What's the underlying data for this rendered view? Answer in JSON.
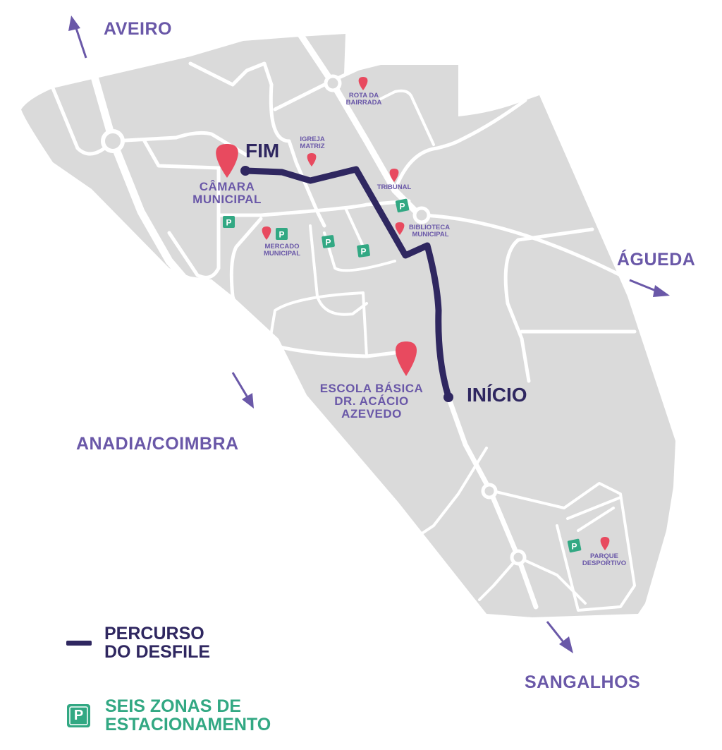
{
  "colors": {
    "land": "#dadada",
    "road": "#ffffff",
    "route": "#2f2760",
    "pin": "#e84a5f",
    "label_purple": "#6a58a8",
    "parking": "#32a883"
  },
  "directions": [
    {
      "id": "aveiro",
      "label": "AVEIRO",
      "arrow": "arrow-up-left"
    },
    {
      "id": "agueda",
      "label": "ÁGUEDA",
      "arrow": "arrow-right-down"
    },
    {
      "id": "anadia",
      "label": "ANADIA/COIMBRA",
      "arrow": "arrow-down-right"
    },
    {
      "id": "sangalhos",
      "label": "SANGALHOS",
      "arrow": "arrow-down-right"
    }
  ],
  "route": {
    "start_label": "INÍCIO",
    "end_label": "FIM"
  },
  "points_of_interest": [
    {
      "id": "camara",
      "lines": [
        "CÂMARA",
        "MUNICIPAL"
      ],
      "size": "large"
    },
    {
      "id": "escola",
      "lines": [
        "ESCOLA BÁSICA",
        "DR. ACÁCIO",
        "AZEVEDO"
      ],
      "size": "large"
    },
    {
      "id": "rota",
      "lines": [
        "ROTA DA",
        "BAIRRADA"
      ],
      "size": "small"
    },
    {
      "id": "igreja",
      "lines": [
        "IGREJA",
        "MATRIZ"
      ],
      "size": "small"
    },
    {
      "id": "tribunal",
      "lines": [
        "TRIBUNAL"
      ],
      "size": "small"
    },
    {
      "id": "biblioteca",
      "lines": [
        "BIBLIOTECA",
        "MUNICIPAL"
      ],
      "size": "small"
    },
    {
      "id": "mercado",
      "lines": [
        "MERCADO",
        "MUNICIPAL"
      ],
      "size": "small"
    },
    {
      "id": "parque",
      "lines": [
        "PARQUE",
        "DESPORTIVO"
      ],
      "size": "small"
    }
  ],
  "parking": {
    "symbol": "P",
    "count": 7
  },
  "legend": {
    "route_lines": [
      "PERCURSO",
      "DO DESFILE"
    ],
    "parking_lines": [
      "SEIS ZONAS DE",
      "ESTACIONAMENTO"
    ],
    "parking_symbol": "P"
  }
}
